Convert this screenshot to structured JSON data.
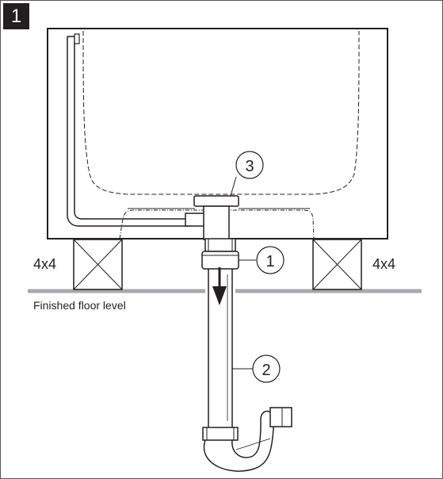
{
  "figure": {
    "step_number": "1",
    "left_block_label": "4x4",
    "right_block_label": "4x4",
    "floor_label": "Finished floor level",
    "callouts": [
      {
        "number": "1",
        "target": "drain coupling"
      },
      {
        "number": "2",
        "target": "drain pipe"
      },
      {
        "number": "3",
        "target": "drain flange"
      }
    ],
    "colors": {
      "line": "#231f20",
      "floor": "#a7a9ac",
      "badge": "#231f20"
    },
    "icons": [
      "down-arrow-icon",
      "p-trap-icon"
    ]
  }
}
